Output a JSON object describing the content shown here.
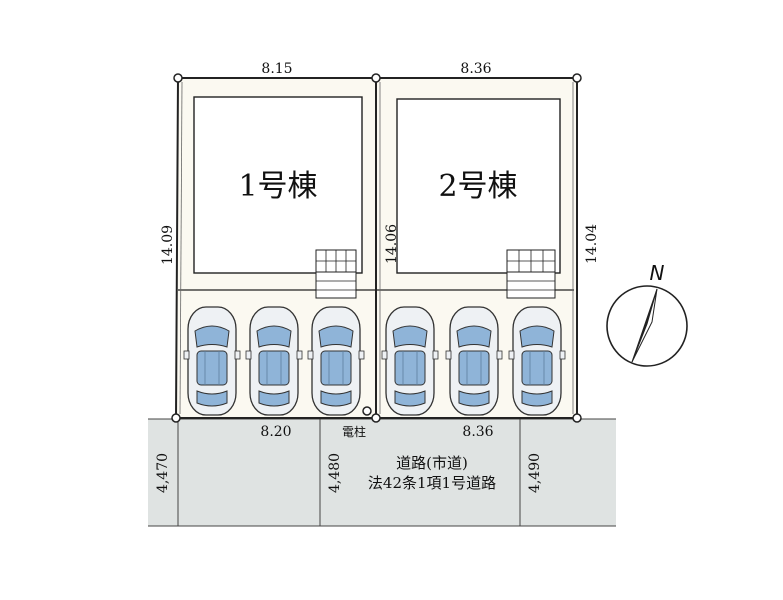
{
  "lots": [
    {
      "building_label": "1号棟",
      "frontage_top": "8.15",
      "depth_left": "14.09",
      "frontage_bottom": "8.20"
    },
    {
      "building_label": "2号棟",
      "frontage_top": "8.36",
      "depth_left": "14.06",
      "depth_right": "14.04",
      "frontage_bottom": "8.36"
    }
  ],
  "utility_pole_label": "電柱",
  "road": {
    "line1": "道路(市道)",
    "line2": "法42条1項1号道路",
    "widths": [
      "4,470",
      "4,480",
      "4,490"
    ]
  },
  "compass_label": "N",
  "colors": {
    "lot_fill": "#fbf9f1",
    "building_fill": "#ffffff",
    "road_fill": "#dfe3e2",
    "car_body": "#eef1f4",
    "car_glass": "#8fb4d8"
  }
}
